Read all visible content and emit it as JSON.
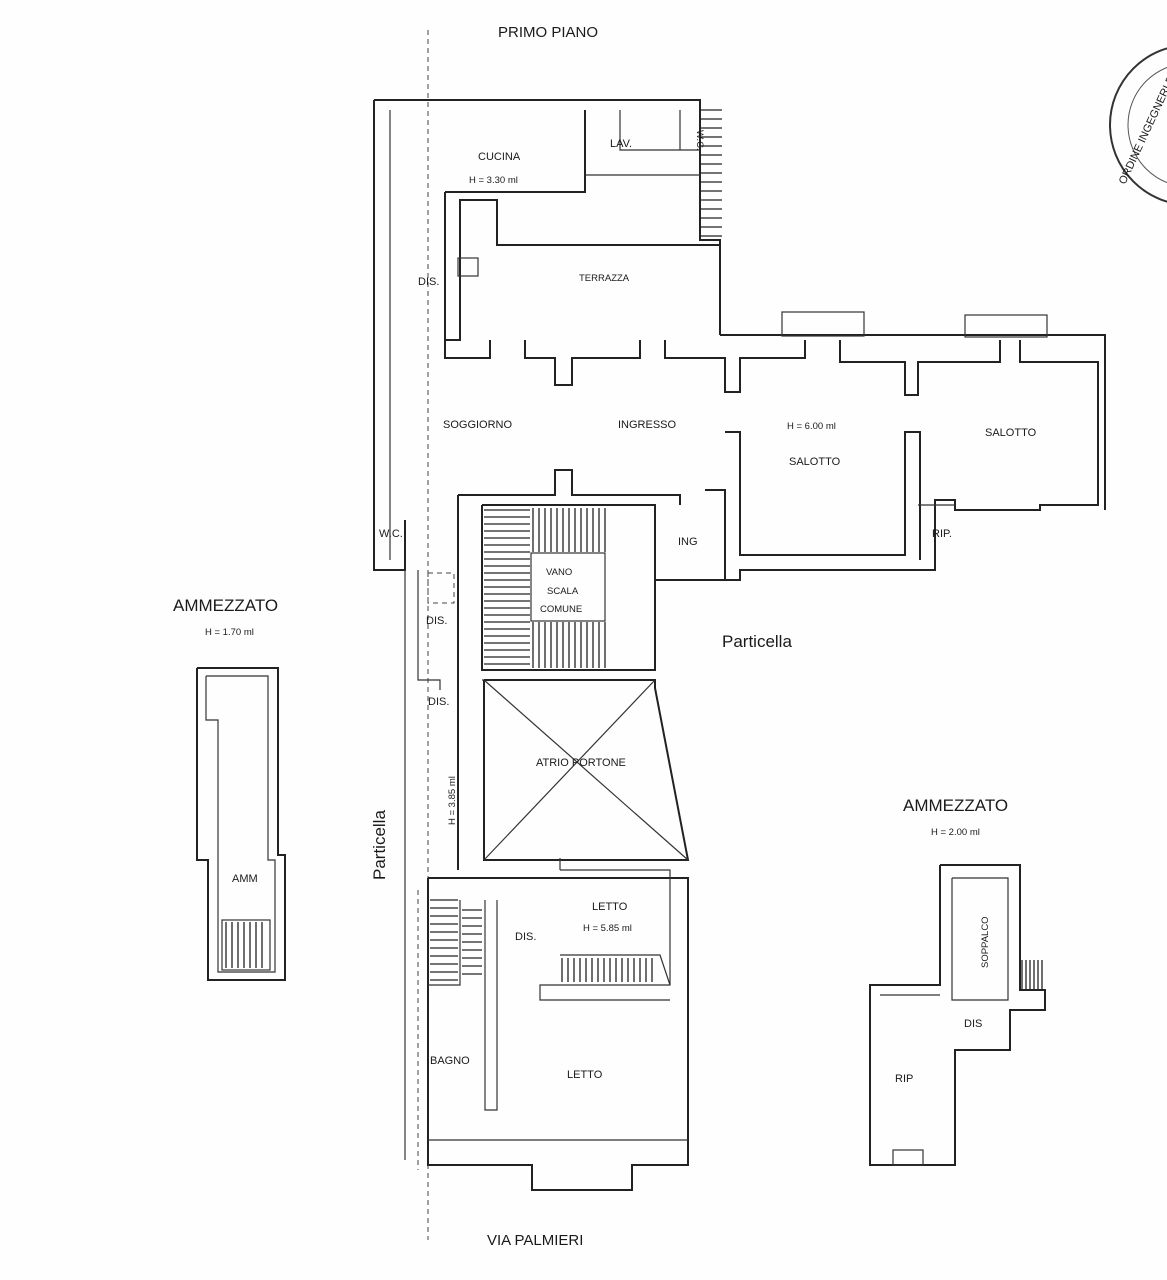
{
  "plan": {
    "floor_title": "PRIMO PIANO",
    "street_label": "VIA PALMIERI",
    "particella_left": "Particella",
    "particella_right": "Particella",
    "rooms": {
      "cucina": "CUCINA",
      "cucina_height": "H = 3.30 ml",
      "lav": "LAV.",
      "wc_top": "W.C.",
      "terrazza": "TERRAZZA",
      "dis_top": "DIS.",
      "soggiorno": "SOGGIORNO",
      "ingresso": "INGRESSO",
      "salotto_height": "H = 6.00 ml",
      "salotto_center": "SALOTTO",
      "salotto_right": "SALOTTO",
      "ing": "ING",
      "rip_right": "RIP.",
      "wc_left": "W.C.",
      "vano_1": "VANO",
      "vano_2": "SCALA",
      "vano_3": "COMUNE",
      "dis_mid_1": "DIS.",
      "dis_mid_2": "DIS.",
      "atrio": "ATRIO PORTONE",
      "atrio_height": "H = 3.85 ml",
      "letto_top": "LETTO",
      "letto_top_height": "H = 5.85 ml",
      "dis_low": "DIS.",
      "bagno": "BAGNO",
      "letto_bottom": "LETTO"
    },
    "ammezzato_left": {
      "title": "AMMEZZATO",
      "height": "H = 1.70 ml",
      "room": "AMM"
    },
    "ammezzato_right": {
      "title": "AMMEZZATO",
      "height": "H = 2.00 ml",
      "soppalco": "SOPPALCO",
      "dis": "DIS",
      "rip": "RIP"
    },
    "stamp_text": "ORDINE INGEGNERI PROV. Dott. Ing."
  }
}
